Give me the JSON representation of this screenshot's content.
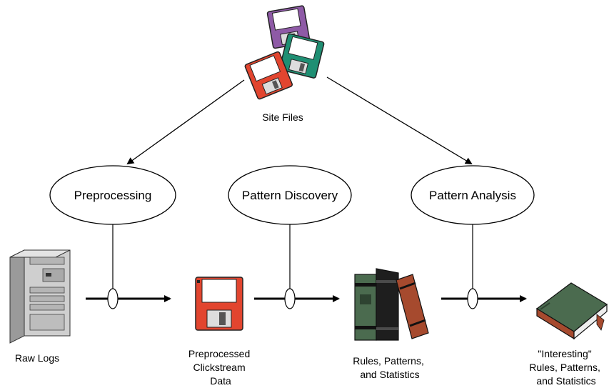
{
  "site_files": {
    "label": "Site Files"
  },
  "stages": [
    {
      "label": "Preprocessing"
    },
    {
      "label": "Pattern Discovery"
    },
    {
      "label": "Pattern Analysis"
    }
  ],
  "artifacts": [
    {
      "lines": [
        "Raw Logs"
      ]
    },
    {
      "lines": [
        "Preprocessed",
        "Clickstream",
        "Data"
      ]
    },
    {
      "lines": [
        "Rules, Patterns,",
        "and Statistics"
      ]
    },
    {
      "lines": [
        "\"Interesting\"",
        "Rules, Patterns,",
        "and Statistics"
      ]
    }
  ],
  "colors": {
    "floppy_purple": "#8e5aa6",
    "floppy_green": "#1f8f73",
    "floppy_red": "#e2452f",
    "book_green": "#4b6b4f",
    "book_brown": "#a64a2e",
    "book_dark": "#1e1e1e",
    "server_gray": "#c8c8c8"
  }
}
